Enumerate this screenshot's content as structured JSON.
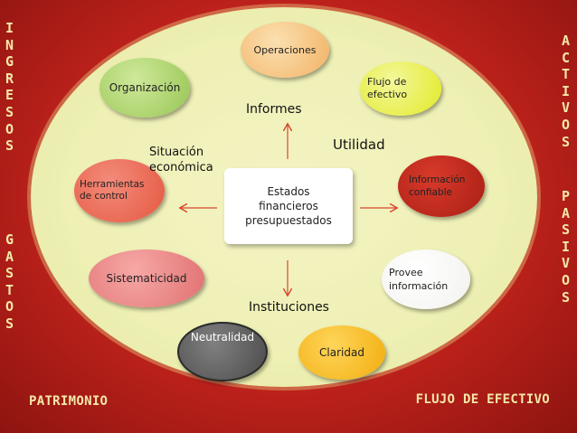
{
  "left_column": {
    "ingresos_letters": [
      "I",
      "N",
      "G",
      "R",
      "E",
      "S",
      "O",
      "S"
    ],
    "gastos_letters": [
      "G",
      "A",
      "S",
      "T",
      "O",
      "S"
    ]
  },
  "right_column": {
    "activos_letters": [
      "A",
      "C",
      "T",
      "I",
      "V",
      "O",
      "S"
    ],
    "pasivos_letters": [
      "P",
      "A",
      "S",
      "I",
      "V",
      "O",
      "S"
    ]
  },
  "corners": {
    "bottom_left": "PATRIMONIO",
    "bottom_right": "FLUJO DE EFECTIVO"
  },
  "center": {
    "line1": "Estados",
    "line2": "financieros",
    "line3": "presupuestados"
  },
  "labels": {
    "informes": "Informes",
    "utilidad": "Utilidad",
    "situacion_line1": "Situación",
    "situacion_line2": "económica",
    "instituciones": "Instituciones"
  },
  "nodes": {
    "operaciones": "Operaciones",
    "organizacion": "Organización",
    "flujo_line1": "Flujo de",
    "flujo_line2": "efectivo",
    "herramientas_line1": "Herramientas",
    "herramientas_line2": "de control",
    "informacion_line1": "Información",
    "informacion_line2": "confiable",
    "sistematicidad": "Sistematicidad",
    "provee_line1": "Provee",
    "provee_line2": "información",
    "neutralidad": "Neutralidad",
    "claridad": "Claridad"
  },
  "colors": {
    "background": "#c0221c",
    "oval": "#eef0b4",
    "side_text": "#f4e8a8"
  }
}
